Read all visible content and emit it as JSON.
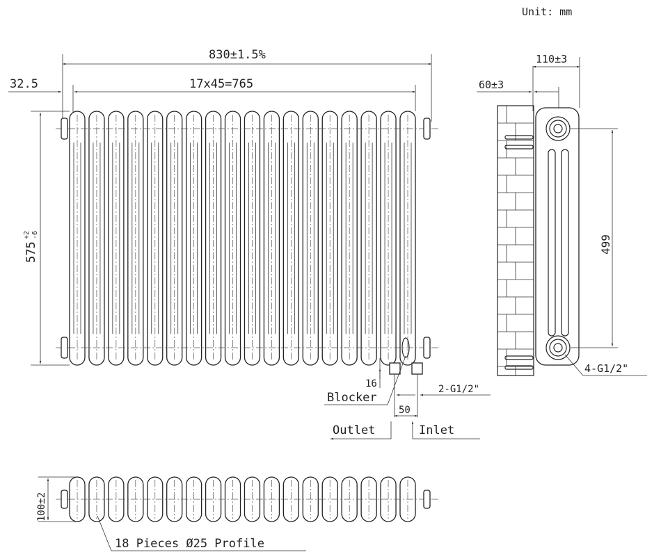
{
  "unit_label": "Unit: mm",
  "front_view": {
    "overall_width": "830±1.5%",
    "column_pitch": "17x45=765",
    "end_offset": "32.5",
    "height": "575",
    "height_tol_upper": "+2",
    "height_tol_lower": "-6",
    "blocker_offset": "16",
    "blocker_label": "Blocker",
    "connection_label": "2-G1/2\"",
    "connection_spacing": "50",
    "outlet_label": "Outlet",
    "inlet_label": "Inlet",
    "column_count": 18
  },
  "side_view": {
    "depth": "110±3",
    "wall_offset": "60±3",
    "centres": "499",
    "ports_label": "4-G1/2\""
  },
  "plan_view": {
    "depth": "100±2",
    "profile_label": "18 Pieces Ø25 Profile"
  }
}
